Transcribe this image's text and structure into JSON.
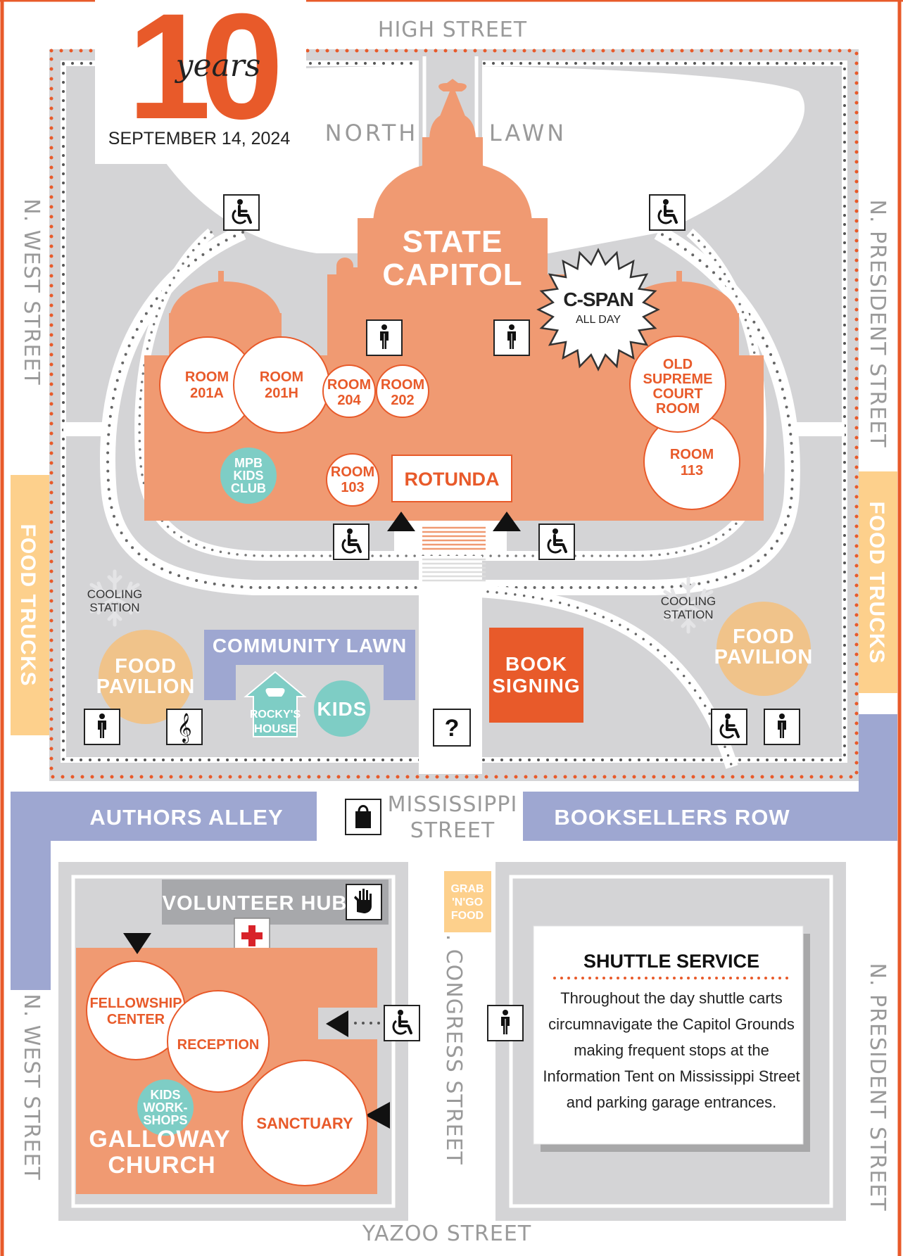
{
  "header": {
    "anniversary_number": "10",
    "anniversary_word": "years",
    "date": "SEPTEMBER 14, 2024"
  },
  "streets": {
    "north": "HIGH STREET",
    "west_upper": "N. WEST STREET",
    "west_lower": "N. WEST STREET",
    "east_upper": "N. PRESIDENT STREET",
    "east_lower": "N. PRESIDENT STREET",
    "middle_line1": "MISSISSIPPI",
    "middle_line2": "STREET",
    "congress": "N. CONGRESS STREET",
    "south": "YAZOO STREET"
  },
  "lawn": {
    "left": "NORTH",
    "right": "LAWN"
  },
  "capitol": {
    "title_line1": "STATE",
    "title_line2": "CAPITOL",
    "cspan_title": "C-SPAN",
    "cspan_sub": "ALL DAY",
    "rooms": {
      "r201a": [
        "ROOM",
        "201A"
      ],
      "r201h": [
        "ROOM",
        "201H"
      ],
      "r204": [
        "ROOM",
        "204"
      ],
      "r202": [
        "ROOM",
        "202"
      ],
      "r103": [
        "ROOM",
        "103"
      ],
      "supreme": [
        "OLD",
        "SUPREME",
        "COURT",
        "ROOM"
      ],
      "r113": [
        "ROOM",
        "113"
      ],
      "rotunda": "ROTUNDA",
      "mpb": [
        "MPB",
        "KIDS",
        "CLUB"
      ]
    }
  },
  "grounds": {
    "cooling_left": [
      "COOLING",
      "STATION"
    ],
    "cooling_right": [
      "COOLING",
      "STATION"
    ],
    "food_pavilion_left": [
      "FOOD",
      "PAVILION"
    ],
    "food_pavilion_right": [
      "FOOD",
      "PAVILION"
    ],
    "community_lawn": "COMMUNITY LAWN",
    "rockys_house": [
      "ROCKY'S",
      "HOUSE"
    ],
    "kids": "KIDS",
    "book_signing": [
      "BOOK",
      "SIGNING"
    ],
    "food_trucks_left": "FOOD TRUCKS",
    "food_trucks_right": "FOOD TRUCKS",
    "info_symbol": "?"
  },
  "rows": {
    "authors_alley": "AUTHORS ALLEY",
    "booksellers_row": "BOOKSELLERS ROW"
  },
  "church": {
    "volunteer_hub": "VOLUNTEER HUB",
    "fellowship": [
      "FELLOWSHIP",
      "CENTER"
    ],
    "reception": "RECEPTION",
    "kids_workshops": [
      "KIDS",
      "WORK-",
      "SHOPS"
    ],
    "sanctuary": "SANCTUARY",
    "name_line1": "GALLOWAY",
    "name_line2": "CHURCH"
  },
  "grab_n_go": [
    "GRAB",
    "'N'GO",
    "FOOD"
  ],
  "shuttle": {
    "title": "SHUTTLE SERVICE",
    "lines": [
      "Throughout the day shuttle carts",
      "circumnavigate the Capitol Grounds",
      "making frequent stops at the",
      "Information Tent on Mississippi Street",
      "and parking garage entrances."
    ]
  },
  "icons": {
    "accessible": "wheelchair-icon",
    "restroom": "restroom-icon",
    "music": "music-icon",
    "info": "information-icon",
    "shop": "shopping-bag-icon",
    "hand": "volunteer-hand-icon",
    "first_aid": "first-aid-icon",
    "snowflake": "snowflake-icon"
  },
  "colors": {
    "orange": "#e85a2a",
    "salmon": "#f09a72",
    "gray": "#d4d4d6",
    "teal": "#7ecdc5",
    "periwinkle": "#9ea7d1",
    "peach": "#fdd08c",
    "tan": "#f0c38a"
  }
}
